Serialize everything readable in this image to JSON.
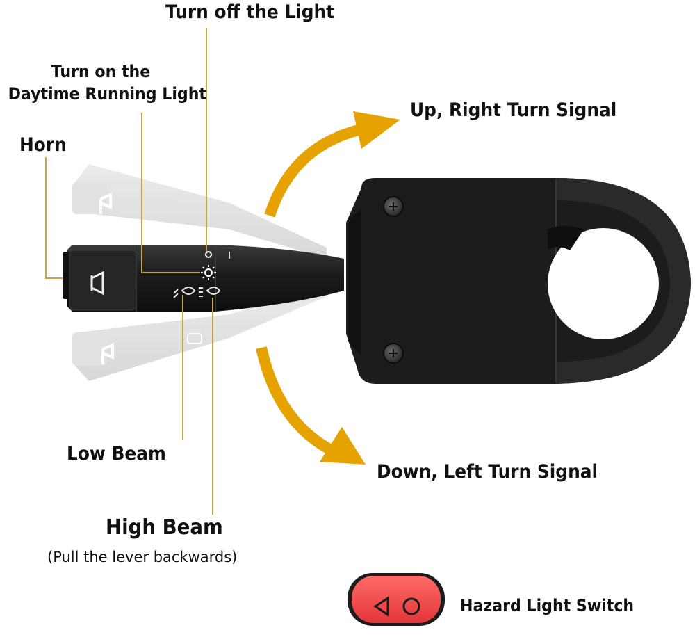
{
  "labels": {
    "turn_off_light": "Turn off the Light",
    "daytime_light_line1": "Turn on the",
    "daytime_light_line2": "Daytime Running Light",
    "horn": "Horn",
    "up_right_turn": "Up, Right Turn Signal",
    "down_left_turn": "Down, Left Turn Signal",
    "low_beam": "Low Beam",
    "high_beam": "High Beam",
    "high_beam_note": "(Pull the lever backwards)",
    "hazard_switch": "Hazard Light Switch"
  },
  "colors": {
    "leader_line": "#c9a24a",
    "arrow": "#e5a200",
    "lever_body": "#1a1a1a",
    "hazard_button": "#f2494a",
    "text": "#111111"
  },
  "icons": {
    "horn": "horn-icon",
    "low_beam": "low-beam-icon",
    "high_beam": "high-beam-icon",
    "daytime_light": "daytime-light-icon",
    "off": "off-icon",
    "hazard_triangle": "triangle-icon",
    "hazard_circle": "circle-icon"
  }
}
